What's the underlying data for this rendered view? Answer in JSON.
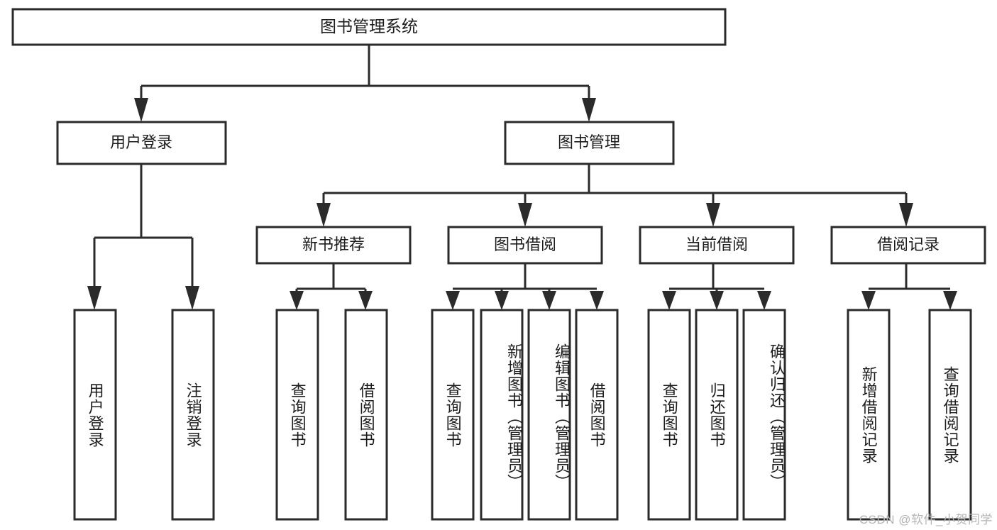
{
  "diagram": {
    "title": "图书管理系统",
    "type": "tree-hierarchy-chart",
    "root": {
      "label": "图书管理系统"
    },
    "level2": [
      {
        "label": "用户登录"
      },
      {
        "label": "图书管理"
      }
    ],
    "level3": [
      {
        "label": "新书推荐"
      },
      {
        "label": "图书借阅"
      },
      {
        "label": "当前借阅"
      },
      {
        "label": "借阅记录"
      }
    ],
    "leaves": {
      "user_login": [
        {
          "label": "用户登录"
        },
        {
          "label": "注销登录"
        }
      ],
      "new_book_recommend": [
        {
          "label": "查询图书"
        },
        {
          "label": "借阅图书"
        }
      ],
      "book_borrow": [
        {
          "label": "查询图书"
        },
        {
          "label": "新增图书（管理员）"
        },
        {
          "label": "编辑图书（管理员）"
        },
        {
          "label": "借阅图书"
        }
      ],
      "current_borrow": [
        {
          "label": "查询图书"
        },
        {
          "label": "归还图书"
        },
        {
          "label": "确认归还（管理员）"
        }
      ],
      "borrow_record": [
        {
          "label": "新增借阅记录"
        },
        {
          "label": "查询借阅记录"
        }
      ]
    }
  },
  "watermark": {
    "text": "CSDN @软件_小贺同学"
  },
  "colors": {
    "stroke": "#2b2b2b",
    "box_fill": "#ffffff",
    "text": "#1c1c1c",
    "watermark": "#b4b4b4",
    "background": "#ffffff"
  }
}
